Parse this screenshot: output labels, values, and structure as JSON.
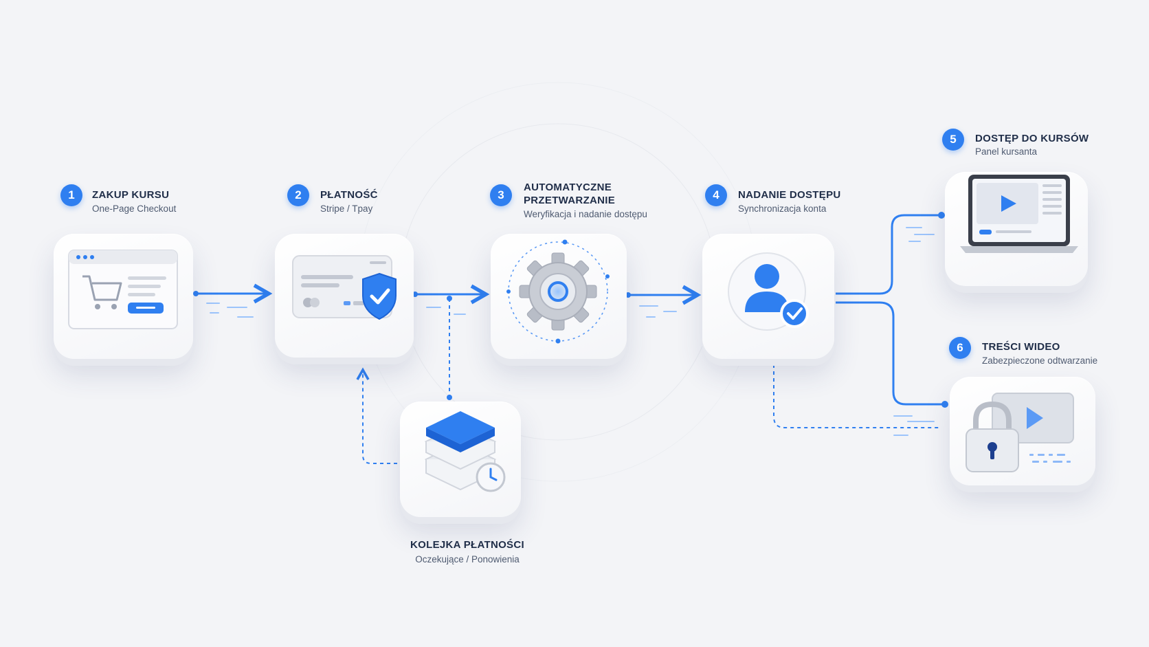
{
  "colors": {
    "accent": "#2f7ff0",
    "title": "#1f2d48",
    "subtitle": "#4e5a70",
    "background": "#f3f4f7"
  },
  "steps": [
    {
      "number": "1",
      "title_lines": [
        "ZAKUP KURSU"
      ],
      "subtitle": "One-Page Checkout",
      "icon": "cart-browser-icon"
    },
    {
      "number": "2",
      "title_lines": [
        "PŁATNOŚĆ"
      ],
      "subtitle": "Stripe / Tpay",
      "icon": "credit-card-shield-icon"
    },
    {
      "number": "3",
      "title_lines": [
        "AUTOMATYCZNE",
        "PRZETWARZANIE"
      ],
      "subtitle": "Weryfikacja i nadanie dostępu",
      "icon": "gear-icon"
    },
    {
      "number": "4",
      "title_lines": [
        "NADANIE DOSTĘPU"
      ],
      "subtitle": "Synchronizacja konta",
      "icon": "user-check-icon"
    },
    {
      "number": "5",
      "title_lines": [
        "DOSTĘP DO KURSÓW"
      ],
      "subtitle": "Panel kursanta",
      "icon": "laptop-play-icon"
    },
    {
      "number": "6",
      "title_lines": [
        "TREŚCI WIDEO"
      ],
      "subtitle": "Zabezpieczone odtwarzanie",
      "icon": "lock-video-icon"
    }
  ],
  "queue": {
    "title": "KOLEJKA PŁATNOŚCI",
    "subtitle": "Oczekujące / Ponowienia",
    "icon": "queue-clock-icon"
  }
}
